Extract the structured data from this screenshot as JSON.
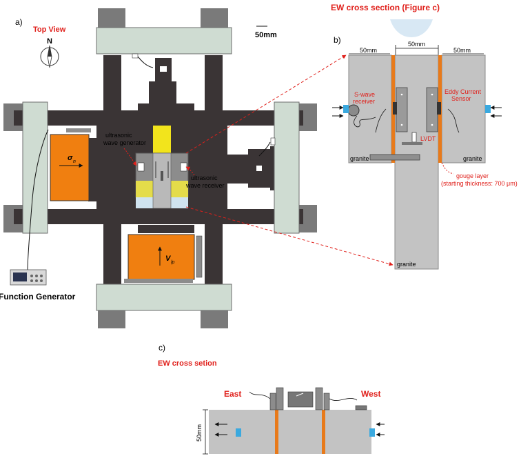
{
  "panel_a": {
    "label": "a)",
    "title": "Top View",
    "compass": "N",
    "scale_bar": "50mm",
    "sigma_label": "σ",
    "sigma_sub": "n",
    "velocity_label": "V",
    "velocity_sub": "lp",
    "generator_label_1": "ultrasonic",
    "generator_label_2": "wave generator",
    "receiver_label_1": "ultrasonic",
    "receiver_label_2": "wave receiver",
    "function_generator": "Function Generator"
  },
  "panel_b": {
    "label": "b)",
    "title": "EW cross section (Figure c)",
    "dim_left": "50mm",
    "dim_center": "50mm",
    "dim_right": "50mm",
    "swave_1": "S-wave",
    "swave_2": "receiver",
    "eddy_1": "Eddy Current",
    "eddy_2": "Sensor",
    "lvdt": "LVDT",
    "granite_left": "granite",
    "granite_right": "granite",
    "granite_bottom": "granite",
    "gouge_1": "gouge layer",
    "gouge_2": "(starting thickness: 700 μm)"
  },
  "panel_c": {
    "label": "c)",
    "title": "EW cross setion",
    "east": "East",
    "west": "West",
    "height_dim": "50mm"
  },
  "colors": {
    "frame_dark": "#3a3435",
    "frame_light": "#cfdcd2",
    "steel_grey": "#8c8c8c",
    "granite": "#c3c3c3",
    "orange": "#f07f10",
    "gouge": "#e87a1a",
    "yellow": "#f2e41c",
    "red_text": "#e0201b",
    "sensor_blue": "#3aa9df"
  }
}
